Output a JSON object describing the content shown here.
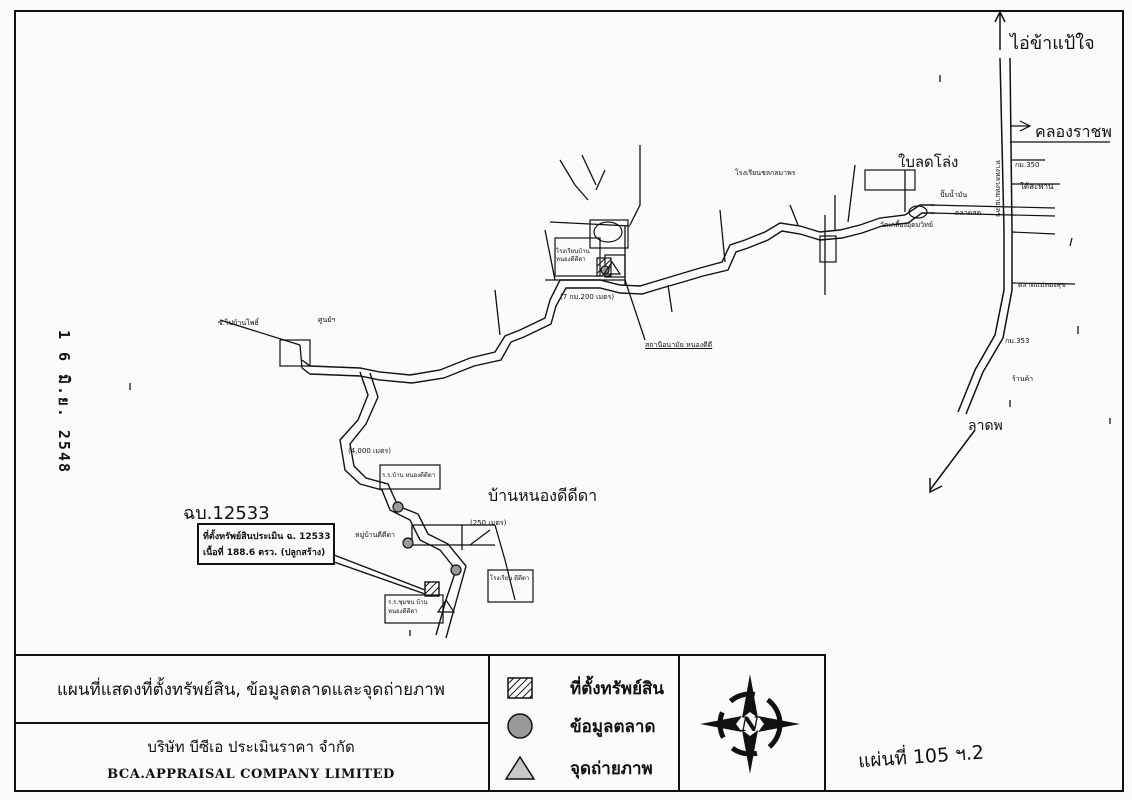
{
  "map": {
    "labels": {
      "north_destination": "ไอ่ข้าแป้ใจ",
      "canal": "คลองราชพ",
      "village_top": "ใบลดโล่ง",
      "village_main": "บ้านหนองดีดีดา",
      "south_destination": "ลาดพ",
      "temple": "วัดเกลี้ยงอุดมวิทย์",
      "school": "โรงเรียนชลกลมาพร",
      "school_village": "โรงเรียนบ้านหนองดีดีดา",
      "subject_school": "โรงเรียน ดีดีดา",
      "district_office": "ร.ร.ชุมชน บ้านหนองดีดีดา",
      "school_bottom": "ร.ร.บ้าน หนองดีดีดา",
      "health_center": "สถานีอนามัย หนองดีดี",
      "highway_label": "ทางหลวงหมายเลข",
      "village_left": "หมู่บ้านดีดีดา",
      "lane_left": "ซ.ไปบ้านโพธิ์",
      "junction_left": "ศูนย์ฯ",
      "km_marker_1": "กม.350",
      "km_marker_2": "กม.353",
      "distance_1": "(4,000 เมตร)",
      "distance_2": "(250 เมตร)",
      "distance_3": "(7 กม.200 เมตร)",
      "right_label_1": "ใต้สะพาน",
      "right_label_2": "ตลาดสด",
      "right_label_3": "ปั๊มน้ำมัน",
      "right_label_4": "ร้านค้า",
      "right_label_5": "ตลาดแม่ทองสุข"
    },
    "deed_callout": "ฉบ.12533",
    "deed_box_line1": "ที่ตั้งทรัพย์สินประเมิน ฉ. 12533",
    "deed_box_line2": "เนื้อที่ 188.6 ตรว. (ปลูกสร้าง)",
    "date_stamp": "1 6 มิ.ย. 2548",
    "sheet_number": "แผ่นที่ 105 ฯ.2"
  },
  "legend": {
    "title": "แผนที่แสดงที่ตั้งทรัพย์สิน, ข้อมูลตลาดและจุดถ่ายภาพ",
    "company_th": "บริษัท บีซีเอ ประเมินราคา จำกัด",
    "company_en": "BCA.APPRAISAL COMPANY LIMITED",
    "symbols": [
      {
        "icon": "hatched-square-icon",
        "label": "ที่ตั้งทรัพย์สิน"
      },
      {
        "icon": "grey-circle-icon",
        "label": "ข้อมูลตลาด"
      },
      {
        "icon": "triangle-icon",
        "label": "จุดถ่ายภาพ"
      }
    ],
    "north_letter": "N"
  },
  "colors": {
    "ink": "#111111",
    "paper": "#fbfbf9",
    "symbol_grey": "#9a9a9a"
  }
}
